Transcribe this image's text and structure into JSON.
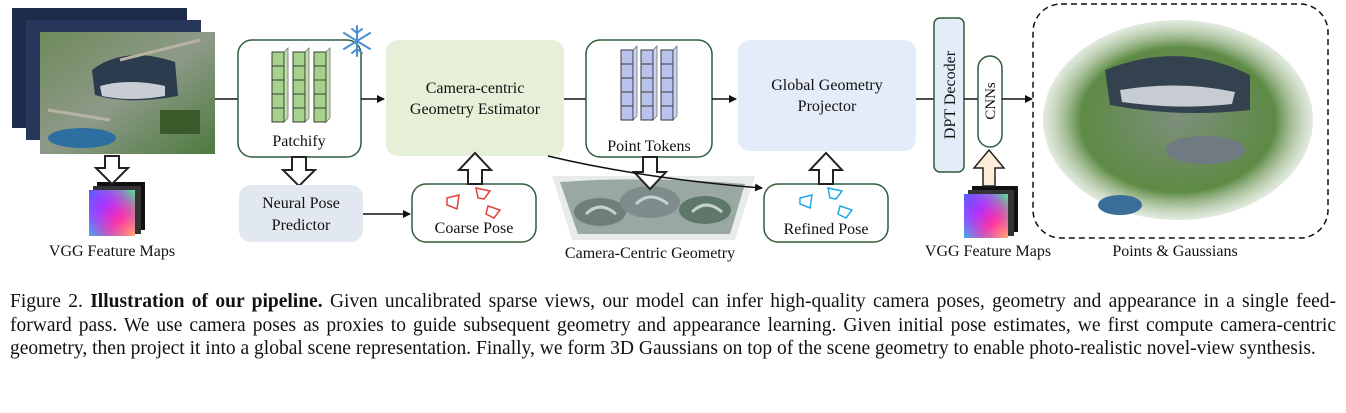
{
  "diagram": {
    "patchify": "Patchify",
    "estimator_line1": "Camera-centric",
    "estimator_line2": "Geometry Estimator",
    "point_tokens": "Point Tokens",
    "projector_line1": "Global Geometry",
    "projector_line2": "Projector",
    "neural_pose_line1": "Neural Pose",
    "neural_pose_line2": "Predictor",
    "coarse_pose": "Coarse Pose",
    "refined_pose": "Refined Pose",
    "dpt_decoder": "DPT Decoder",
    "cnns": "CNNs",
    "vgg_left": "VGG Feature Maps",
    "vgg_right": "VGG Feature Maps",
    "camera_centric_geometry": "Camera-Centric Geometry",
    "points_gaussians": "Points & Gaussians",
    "colors": {
      "green_fill": "#e6f0d8",
      "blue_fill": "#e3ecf8",
      "gray_fill": "#e2e8ef",
      "box_border": "#2e5d3a",
      "token_green": "#a7d28b",
      "token_blue": "#b9c3ee",
      "coarse_camera": "#e0453a",
      "refined_camera": "#22a8e6",
      "frozen_icon": "#4a8fd4"
    }
  },
  "caption": {
    "label": "Figure 2.",
    "title": "Illustration of our pipeline.",
    "body": "Given uncalibrated sparse views, our model can infer high-quality camera poses, geometry and appearance in a single feed-forward pass. We use camera poses as proxies to guide subsequent geometry and appearance learning. Given initial pose estimates, we first compute camera-centric geometry, then project it into a global scene representation. Finally, we form 3D Gaussians on top of the scene geometry to enable photo-realistic novel-view synthesis."
  }
}
